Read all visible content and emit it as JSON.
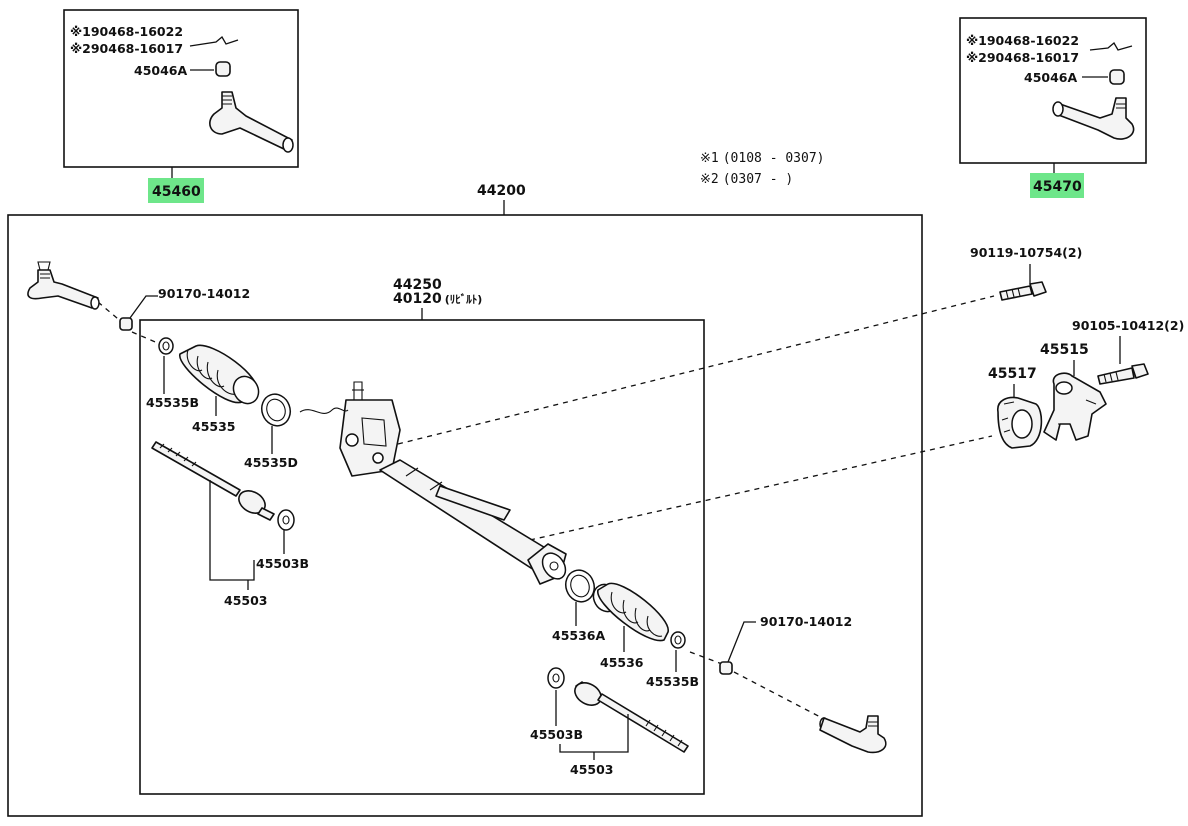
{
  "header": {
    "notes": [
      {
        "mark": "※1",
        "text": "(0108 - 0307)"
      },
      {
        "mark": "※2",
        "text": "(0307 -      )"
      }
    ]
  },
  "colors": {
    "highlight": "#6ee68a",
    "ink": "#111111",
    "background": "#ffffff"
  },
  "inset_left": {
    "assembly": "45460",
    "note1": "※190468-16022",
    "note2": "※290468-16017",
    "nut": "45046A"
  },
  "inset_right": {
    "assembly": "45470",
    "note1": "※190468-16022",
    "note2": "※290468-16017",
    "nut": "45046A"
  },
  "main": {
    "assembly": "44200",
    "gear": {
      "number": "44250",
      "sub_number": "40120",
      "sub_suffix": "(ﾘﾋﾞﾙﾄ)"
    },
    "labels": {
      "nut_left": "90170-14012",
      "nut_right": "90170-14012",
      "clamp_left": "45535B",
      "boot_left": "45535",
      "band_left": "45535D",
      "washer_left": "45503B",
      "rod_left": "45503",
      "band_right": "45536A",
      "boot_right": "45536",
      "clamp_right": "45535B",
      "washer_right": "45503B",
      "rod_right": "45503",
      "bolt_top": "90119-10754",
      "bolt_top_qty": "(2)",
      "bolt_bracket": "90105-10412",
      "bolt_bracket_qty": "(2)",
      "bracket": "45515",
      "grommet": "45517"
    }
  }
}
